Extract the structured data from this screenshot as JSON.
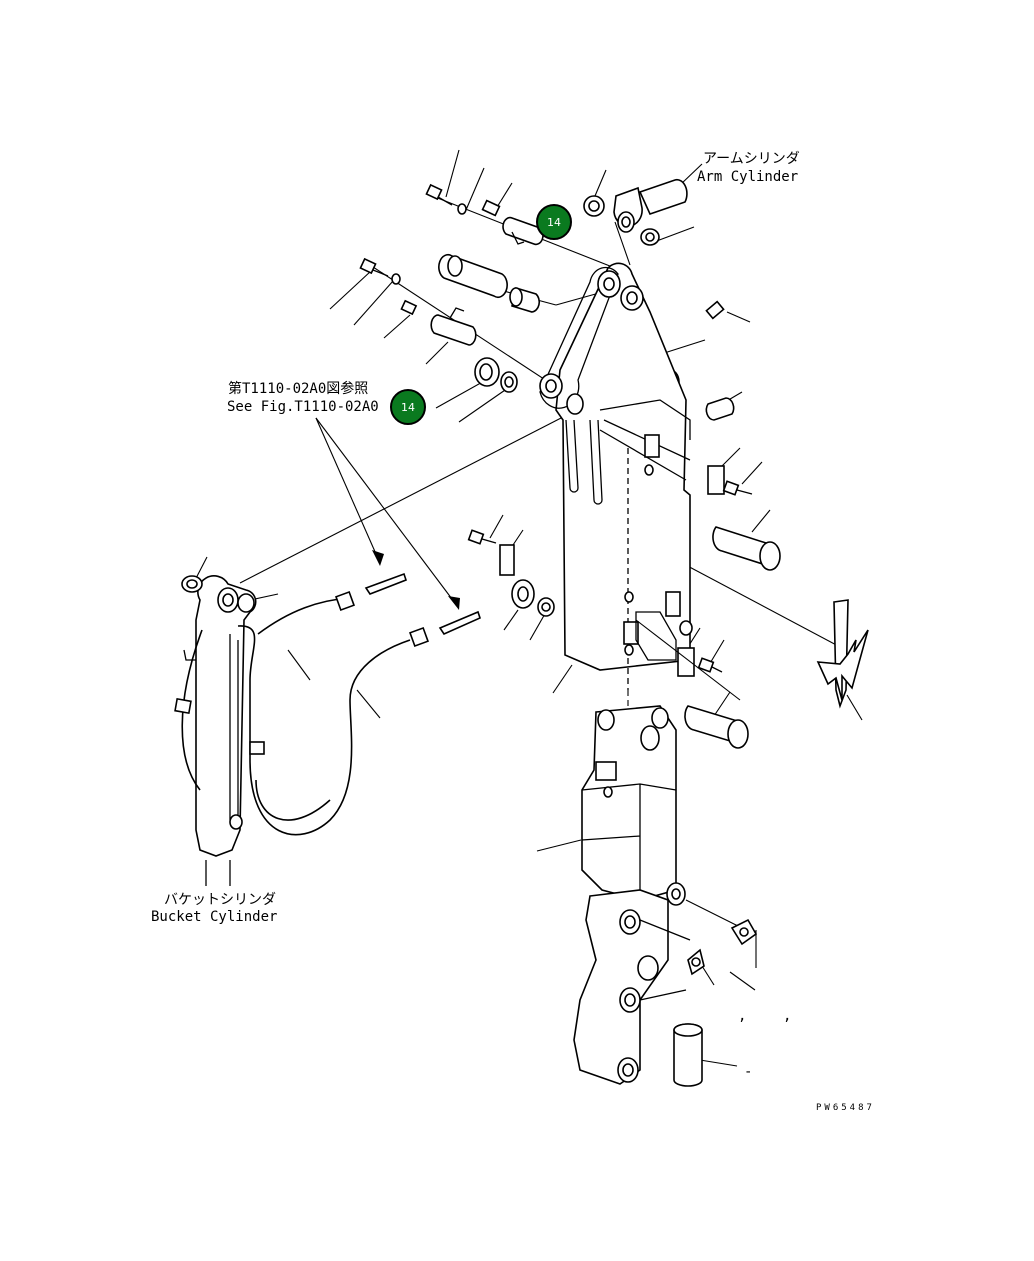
{
  "labels": {
    "arm_cylinder_jp": "アームシリンダ",
    "arm_cylinder_en": "Arm Cylinder",
    "ref_jp": "第T1110-02A0図参照",
    "ref_en": "See Fig.T1110-02A0",
    "bucket_cylinder_jp": "バケットシリンダ",
    "bucket_cylinder_en": "Bucket Cylinder",
    "drawing_code": "PW65487"
  },
  "callouts": [
    {
      "number": "14",
      "color": "#0a7a1f"
    },
    {
      "number": "14",
      "color": "#0a7a1f"
    }
  ],
  "stray_marks": [
    ",",
    ",",
    "-"
  ]
}
